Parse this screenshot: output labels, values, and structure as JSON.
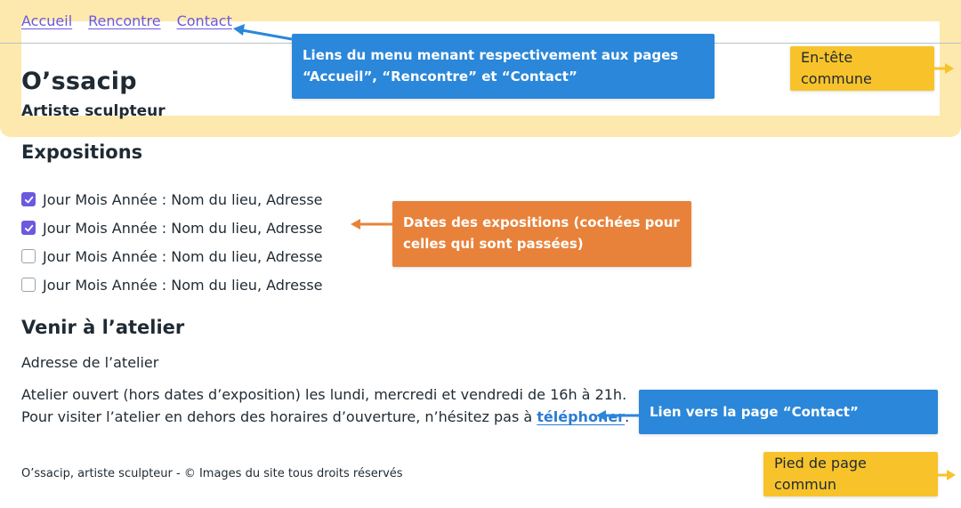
{
  "nav": {
    "items": [
      "Accueil",
      "Rencontre",
      "Contact"
    ]
  },
  "header": {
    "title": "O’ssacip",
    "subtitle": "Artiste sculpteur"
  },
  "expositions": {
    "heading": "Expositions",
    "items": [
      {
        "label": "Jour Mois Année : Nom du lieu, Adresse",
        "checked": true
      },
      {
        "label": "Jour Mois Année : Nom du lieu, Adresse",
        "checked": true
      },
      {
        "label": "Jour Mois Année : Nom du lieu, Adresse",
        "checked": false
      },
      {
        "label": "Jour Mois Année : Nom du lieu, Adresse",
        "checked": false
      }
    ]
  },
  "atelier": {
    "heading": "Venir à l’atelier",
    "address": "Adresse de l’atelier",
    "line1": "Atelier ouvert (hors dates d’exposition) les lundi, mercredi et vendredi de 16h à 21h.",
    "line2_prefix": "Pour visiter l’atelier en dehors des horaires d’ouverture, n’hésitez pas à ",
    "line2_link": "téléphoner",
    "line2_suffix": "."
  },
  "footer": {
    "text": "O’ssacip, artiste sculpteur - © Images du site tous droits réservés"
  },
  "annotations": {
    "menu": "Liens du menu menant respectivement aux pages “Accueil”, “Rencontre” et “Contact”",
    "header": "En-tête commune",
    "dates": "Dates des expositions (cochées pour celles qui sont passées)",
    "contact": "Lien vers la page “Contact”",
    "footer": "Pied de page commun"
  },
  "colors": {
    "header_highlight": "#fde9ad",
    "link_nav": "#6b59e0",
    "link_tel": "#2b7cd3",
    "checkbox_checked": "#6b59e0",
    "callout_blue": "#2b87d9",
    "callout_orange": "#e8823a",
    "callout_yellow": "#f8c32a"
  }
}
